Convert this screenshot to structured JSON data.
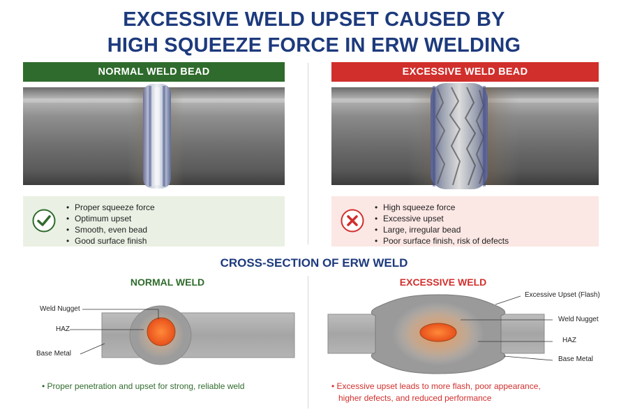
{
  "title": {
    "line1": "EXCESSIVE WELD UPSET CAUSED BY",
    "line2": "HIGH SQUEEZE FORCE IN ERW WELDING"
  },
  "normal_panel": {
    "header": "NORMAL WELD BEAD",
    "status_icon": "check-icon",
    "features": [
      "Proper squeeze force",
      "Optimum upset",
      "Smooth, even bead",
      "Good surface finish"
    ]
  },
  "excessive_panel": {
    "header": "EXCESSIVE WELD BEAD",
    "status_icon": "cross-icon",
    "features": [
      "High squeeze force",
      "Excessive upset",
      "Large, irregular bead",
      "Poor surface finish, risk of defects"
    ]
  },
  "cross_section": {
    "title": "CROSS-SECTION OF ERW WELD",
    "normal": {
      "title": "NORMAL WELD",
      "labels": {
        "nugget": "Weld Nugget",
        "haz": "HAZ",
        "base": "Base Metal"
      },
      "note": "Proper penetration and upset for strong, reliable weld"
    },
    "excessive": {
      "title": "EXCESSIVE WELD",
      "labels": {
        "flash": "Excessive Upset (Flash)",
        "nugget": "Weld Nugget",
        "haz": "HAZ",
        "base": "Base Metal"
      },
      "note_line1": "Excessive upset leads to more flash, poor appearance,",
      "note_line2": "higher defects, and reduced performance"
    }
  },
  "colors": {
    "title_blue": "#1d3a7d",
    "good_green": "#2f6b2c",
    "bad_red": "#d12f2c",
    "good_bg": "#eaf1e4",
    "bad_bg": "#fbe7e4",
    "nugget_orange": "#f0601e"
  }
}
